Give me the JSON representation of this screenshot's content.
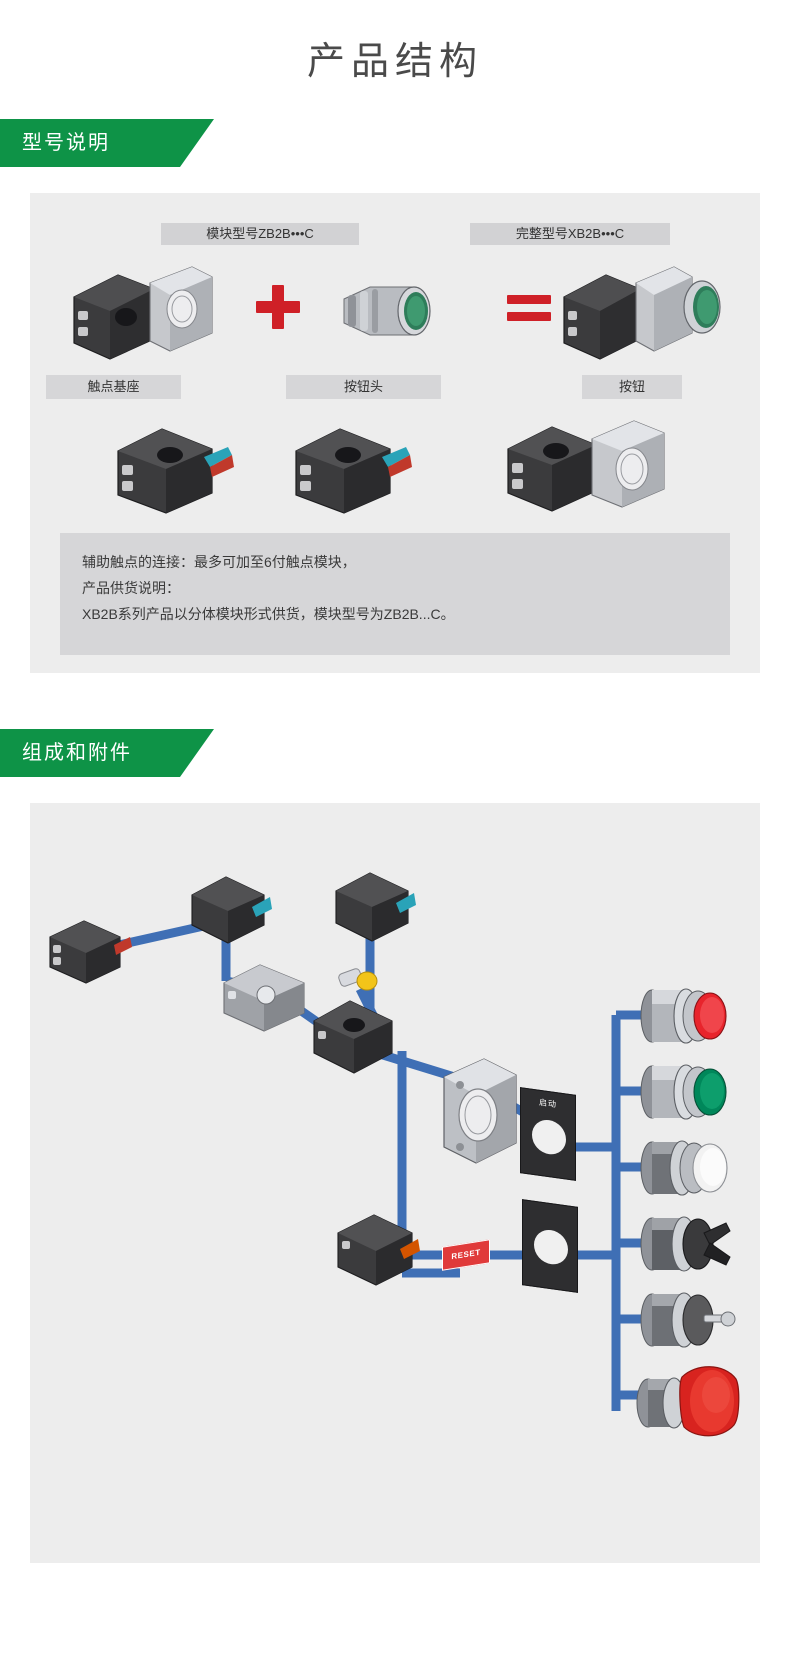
{
  "page": {
    "title": "产品结构",
    "bg": "#ffffff"
  },
  "colors": {
    "brand_green": "#0e9347",
    "panel_gray": "#ededed",
    "chip_gray": "#d2d2d4",
    "note_gray": "#d6d6d8",
    "accent_red": "#cf2027",
    "wire_blue": "#3f6fb5",
    "button_red": "#e8242c",
    "button_green": "#00875a",
    "button_white": "#f2f2f2",
    "emergency_red": "#d8231f"
  },
  "sections": [
    {
      "banner": "型号说明",
      "chips": [
        {
          "text": "模块型号ZB2B•••C"
        },
        {
          "text": "完整型号XB2B•••C"
        }
      ],
      "parts": [
        {
          "label": "触点基座"
        },
        {
          "label": "按钮头"
        },
        {
          "label": "按钮"
        }
      ],
      "operators": [
        {
          "symbol": "+",
          "name": "plus"
        },
        {
          "symbol": "=",
          "name": "equals"
        }
      ],
      "note_lines": [
        "辅助触点的连接：最多可加至6付触点模块，",
        "产品供货说明：",
        "XB2B系列产品以分体模块形式供货，模块型号为ZB2B...C。"
      ]
    },
    {
      "banner": "组成和附件",
      "diagram": {
        "plates": [
          {
            "text": "启动",
            "name": "legend-plate-start"
          },
          {
            "text": "",
            "name": "legend-plate-blank"
          }
        ],
        "reset_tag": "RESET",
        "buttons": [
          {
            "name": "flush-pushbutton-red",
            "color": "#e8242c",
            "style": "flush"
          },
          {
            "name": "flush-pushbutton-green",
            "color": "#00875a",
            "style": "flush"
          },
          {
            "name": "projecting-pushbutton-white",
            "color": "#f2f2f2",
            "style": "projecting"
          },
          {
            "name": "selector-switch-black",
            "color": "#3a3a3c",
            "style": "selector"
          },
          {
            "name": "key-selector-switch",
            "color": "#5a5a5c",
            "style": "key"
          },
          {
            "name": "emergency-stop-mushroom",
            "color": "#d8231f",
            "style": "mushroom"
          }
        ]
      }
    }
  ]
}
